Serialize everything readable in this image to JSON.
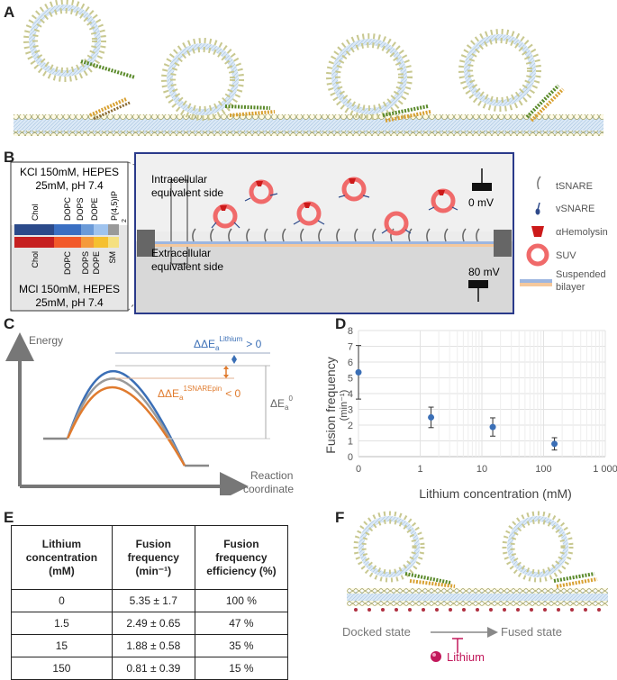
{
  "panels": {
    "a": "A",
    "b": "B",
    "c": "C",
    "d": "D",
    "e": "E",
    "f": "F"
  },
  "panel_b": {
    "top_buffer": [
      "KCl 150mM, HEPES",
      "25mM, pH 7.4"
    ],
    "bottom_buffer": [
      "MCl 150mM, HEPES",
      "25mM, pH 7.4"
    ],
    "top_lipids": [
      "Chol",
      "DOPC",
      "DOPS",
      "DOPE",
      "P(4,5)IP",
      "2"
    ],
    "bottom_lipids": [
      "Chol",
      "DOPC",
      "DOPS",
      "DOPE",
      "SM"
    ],
    "intracellular": [
      "Intracellular",
      "equivalent side"
    ],
    "extracellular": [
      "Extracellular",
      "equivalent side"
    ],
    "v_top": "0 mV",
    "v_bottom": "80 mV",
    "legend": [
      {
        "label": "tSNARE",
        "icon": "tsnare-icon"
      },
      {
        "label": "vSNARE",
        "icon": "vsnare-icon"
      },
      {
        "label": "αHemolysin",
        "icon": "hemolysin-icon"
      },
      {
        "label": "SUV",
        "icon": "suv-ring-icon"
      },
      {
        "label": "Suspended",
        "label2": "bilayer",
        "icon": "bilayer-icon"
      }
    ],
    "colors": {
      "suv": "#f06a6a",
      "bilayer_top": "#9db6e0",
      "bilayer_bottom": "#f5c89c",
      "vsnare": "#2e4a8a",
      "hemolysin": "#cc1a1a"
    }
  },
  "panel_c": {
    "y_axis": "Energy",
    "x_axis": [
      "Reaction",
      "coordinate"
    ],
    "dd_lithium_base": "ΔΔE",
    "dd_lithium_sub": "a",
    "dd_lithium_sup": "Lithium",
    "dd_lithium_rel": "> 0",
    "dd_snare_base": "ΔΔE",
    "dd_snare_sub": "a",
    "dd_snare_sup": "1SNAREpin",
    "dd_snare_rel": "< 0",
    "de0_base": "ΔE",
    "de0_sub": "a",
    "de0_sup": "0",
    "colors": {
      "lithium": "#3b6fb6",
      "snare": "#e07b2e",
      "baseline": "#9a9a9a"
    }
  },
  "chart_data": {
    "type": "scatter",
    "x_scale": "log",
    "xlabel": "Lithium concentration (mM)",
    "ylabel": "Fusion frequency",
    "ylabel_unit": "(min⁻¹)",
    "x_tick_labels": [
      "0",
      "1",
      "10",
      "100",
      "1 000"
    ],
    "y_ticks": [
      0,
      1,
      2,
      3,
      4,
      5,
      6,
      7,
      8
    ],
    "ylim": [
      0,
      8
    ],
    "grid": true,
    "points": [
      {
        "x": 0,
        "y": 5.35,
        "err": 1.7
      },
      {
        "x": 1.5,
        "y": 2.49,
        "err": 0.65
      },
      {
        "x": 15,
        "y": 1.88,
        "err": 0.58
      },
      {
        "x": 150,
        "y": 0.81,
        "err": 0.39
      }
    ],
    "color": "#3b6fb6"
  },
  "panel_e": {
    "headers": [
      "Lithium concentration (mM)",
      "Fusion frequency (min⁻¹)",
      "Fusion frequency efficiency (%)"
    ],
    "rows": [
      [
        "0",
        "5.35 ± 1.7",
        "100 %"
      ],
      [
        "1.5",
        "2.49 ± 0.65",
        "47 %"
      ],
      [
        "15",
        "1.88 ± 0.58",
        "35 %"
      ],
      [
        "150",
        "0.81 ± 0.39",
        "15 %"
      ]
    ]
  },
  "panel_f": {
    "docked": "Docked state",
    "fused": "Fused state",
    "lithium": "Lithium",
    "lithium_color": "#c2185b"
  }
}
